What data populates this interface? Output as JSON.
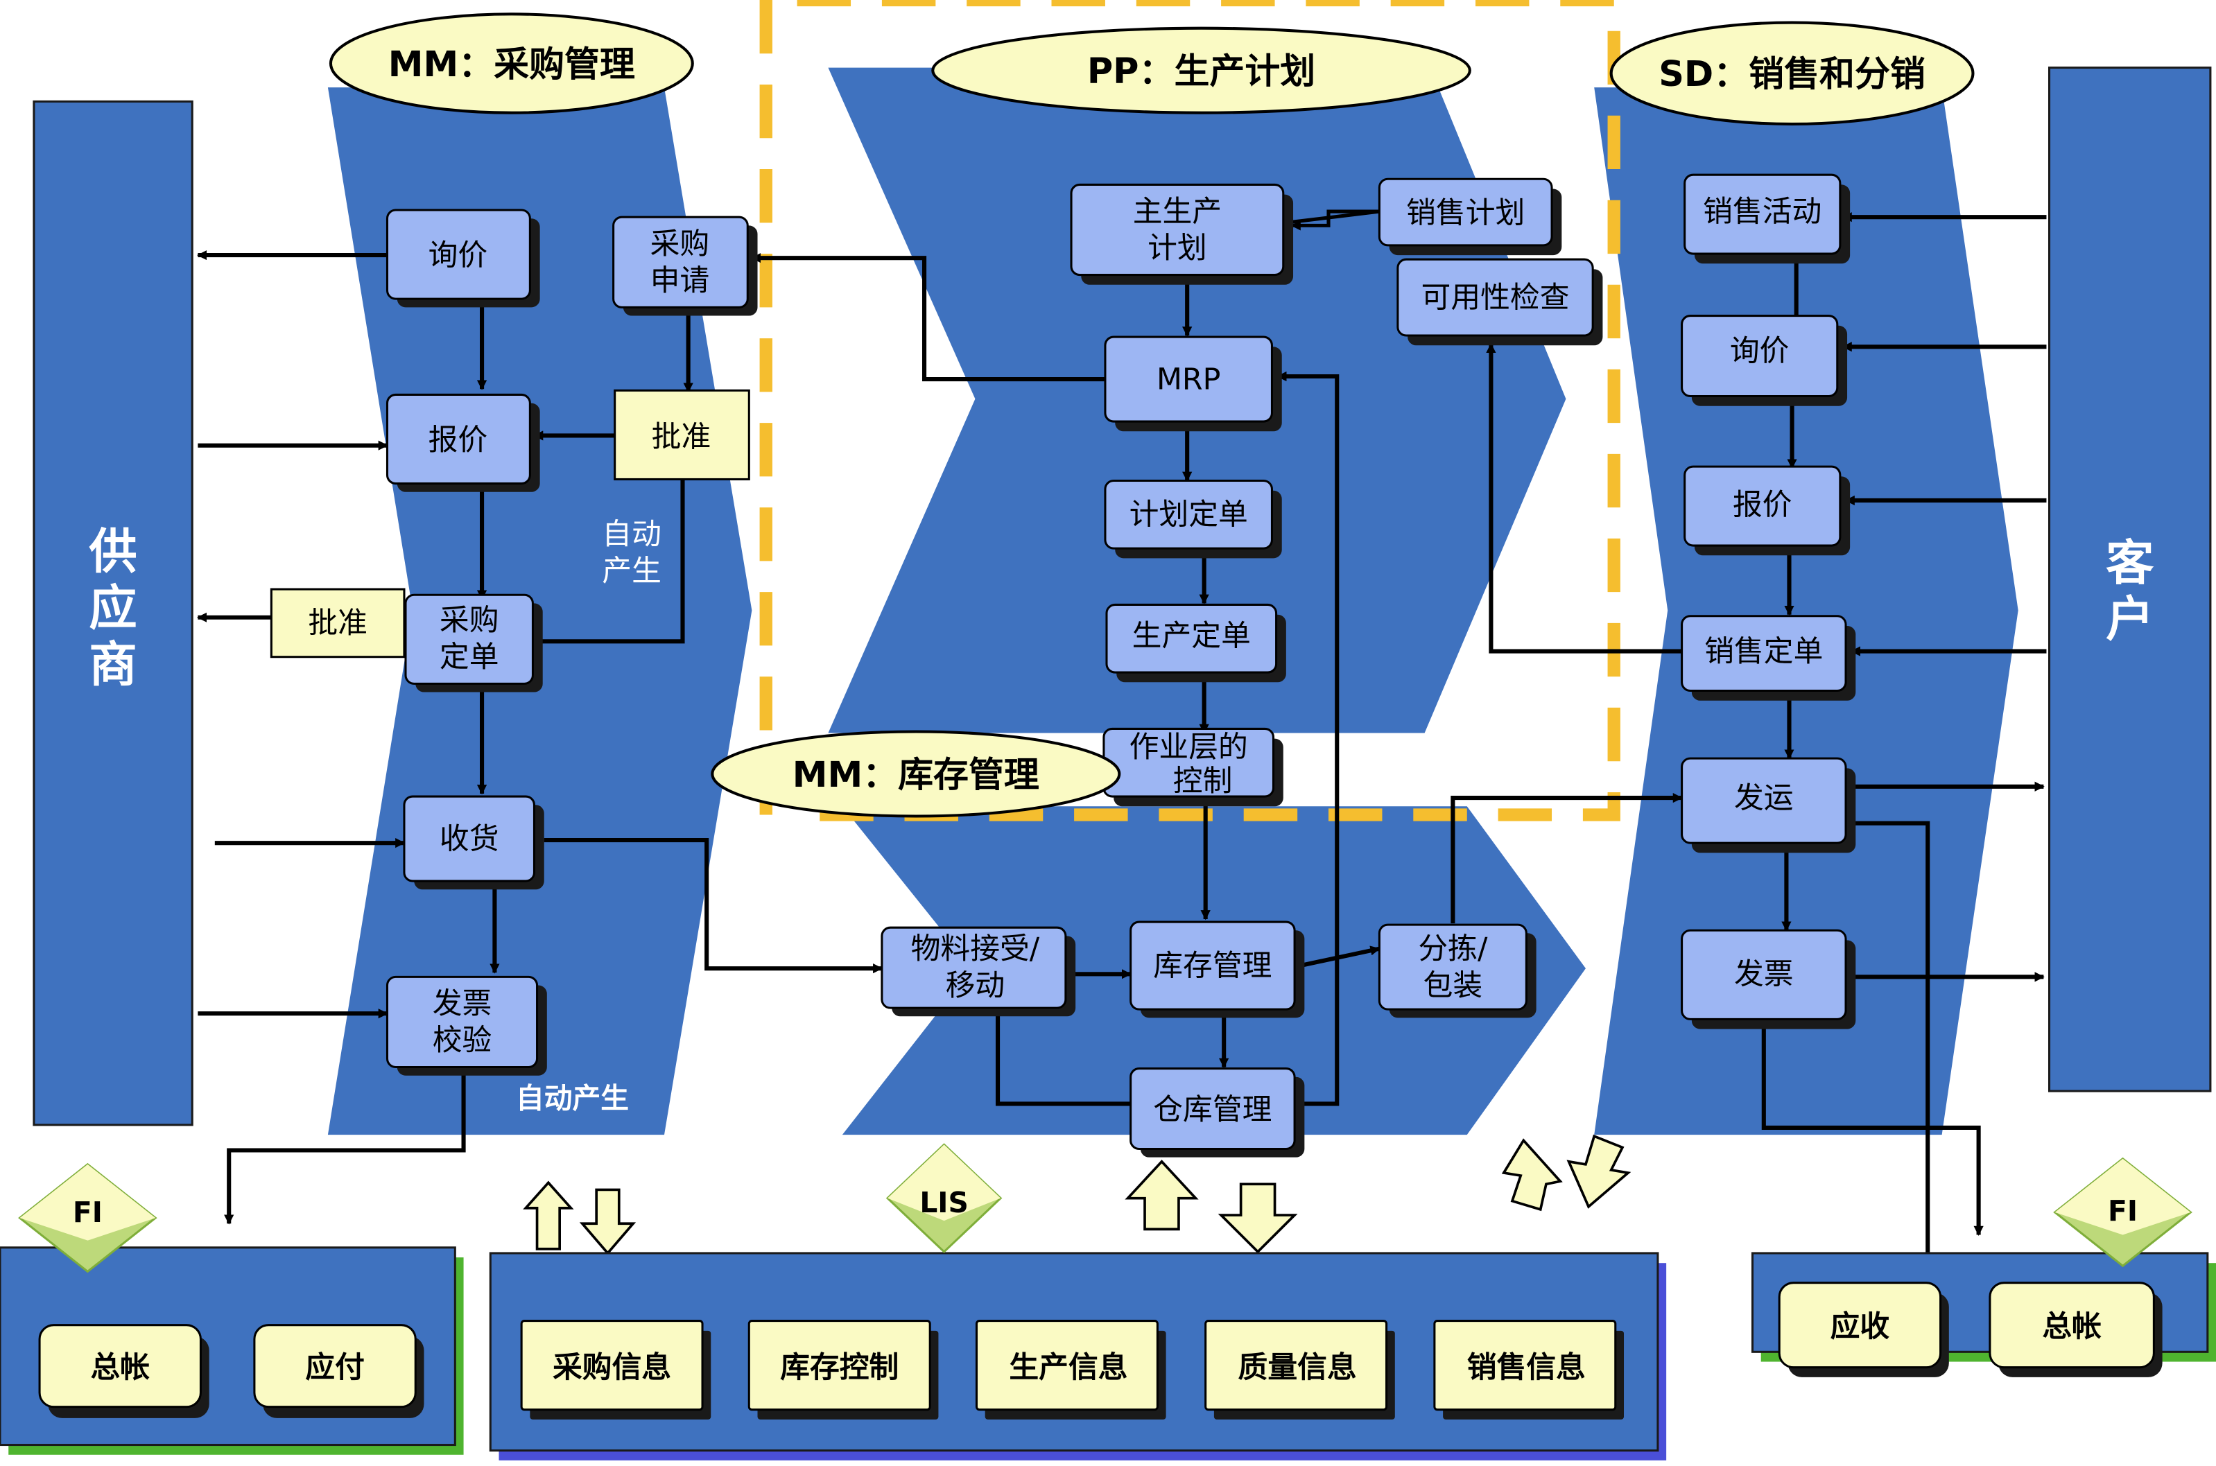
{
  "colors": {
    "band": "#3f72bf",
    "node": "#9db6f3",
    "approval": "#fafac4",
    "module_label": "#fafac4",
    "outline": "#1a1a1a",
    "dashed_frame": "#f5be2f",
    "shadow": "#222222"
  },
  "modules": {
    "mm_purchasing": "MM：采购管理",
    "pp_planning": "PP：生产计划",
    "sd_sales": "SD：销售和分销",
    "mm_inventory": "MM：库存管理"
  },
  "columns": {
    "supplier": "供应商",
    "customer": "客户"
  },
  "purchasing": {
    "inquiry": "询价",
    "requisition": [
      "采购",
      "申请"
    ],
    "quotation": "报价",
    "approve_requisition": "批准",
    "auto_create": [
      "自动",
      "产生"
    ],
    "approve_order": "批准",
    "purchase_order": [
      "采购",
      "定单"
    ],
    "goods_receipt": "收货",
    "invoice_verification": [
      "发票",
      "校验"
    ],
    "auto_create_bold": "自动产生"
  },
  "planning": {
    "mps": [
      "主生产",
      "计划"
    ],
    "sales_plan": "销售计划",
    "availability_check": "可用性检查",
    "mrp": "MRP",
    "planned_order": "计划定单",
    "production_order": "生产定单",
    "shop_floor": [
      "作业层的",
      "控制"
    ]
  },
  "inventory": {
    "material_receipt": [
      "物料接受/",
      "移动"
    ],
    "inventory_mgmt": "库存管理",
    "picking_packing": [
      "分拣/",
      "包装"
    ],
    "warehouse_mgmt": "仓库管理"
  },
  "sales": {
    "sales_activity": "销售活动",
    "inquiry": "询价",
    "quotation": "报价",
    "sales_order": "销售定单",
    "shipping": "发运",
    "invoice": "发票"
  },
  "panels": {
    "fi_left": {
      "tag": "FI",
      "items": [
        "总帐",
        "应付"
      ]
    },
    "lis": {
      "tag": "LIS",
      "items": [
        "采购信息",
        "库存控制",
        "生产信息",
        "质量信息",
        "销售信息"
      ]
    },
    "fi_right": {
      "tag": "FI",
      "items": [
        "应收",
        "总帐"
      ]
    }
  }
}
